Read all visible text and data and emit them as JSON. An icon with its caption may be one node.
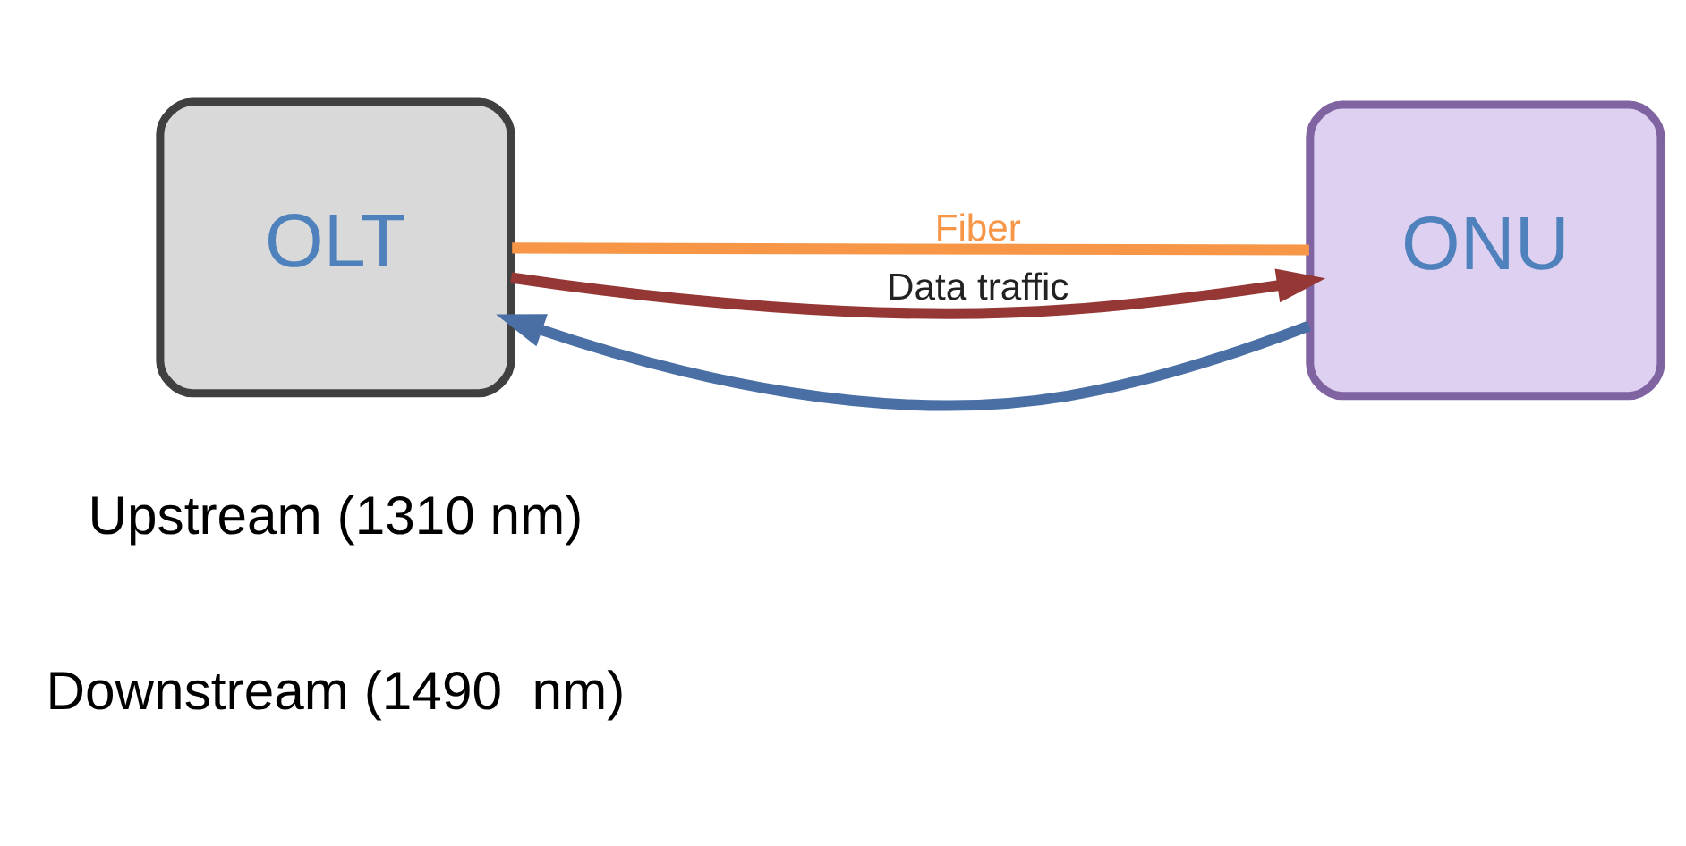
{
  "diagram": {
    "nodes": [
      {
        "text": [
          "OLT"
        ]
      },
      {
        "text": [
          "ONU"
        ]
      }
    ],
    "edges": [
      {
        "from": 0,
        "to": 1,
        "arrow": "none",
        "label": "Fiber",
        "color": "#f79646"
      },
      {
        "from": 1,
        "to": 0,
        "arrow": "to",
        "color": "#4a6fa5"
      },
      {
        "from": 0,
        "to": 1,
        "arrow": "to",
        "color": "#953735",
        "label": "Data traffic"
      }
    ],
    "legend": [
      {
        "text": "Upstream (1310 nm)"
      },
      {
        "text": "Downstream (1490  nm)"
      }
    ]
  }
}
